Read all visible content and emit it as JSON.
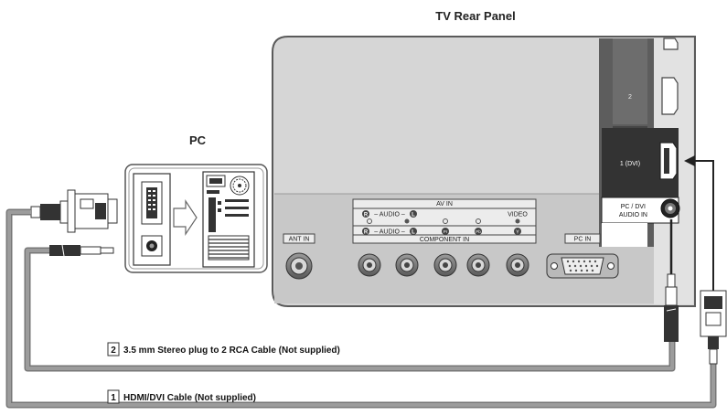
{
  "titles": {
    "tv_rear_panel": "TV Rear Panel",
    "pc": "PC"
  },
  "tv_panel": {
    "ant_in": "ANT IN",
    "av_in": "AV IN",
    "audio_top": "– AUDIO –",
    "audio_bottom": "– AUDIO –",
    "r_badge": "R",
    "l_badge": "L",
    "video": "VIDEO",
    "component_in": "COMPONENT IN",
    "pb": "Pb",
    "pr": "Pr",
    "y": "Y",
    "pc_in": "PC IN",
    "hdmi_2": "2",
    "hdmi_1": "1 (DVI)",
    "pc_dvi_line1": "PC / DVI",
    "pc_dvi_line2": "AUDIO IN"
  },
  "cables": [
    {
      "number": "2",
      "label": "3.5 mm Stereo plug to 2 RCA Cable (Not supplied)"
    },
    {
      "number": "1",
      "label": "HDMI/DVI Cable (Not supplied)"
    }
  ]
}
